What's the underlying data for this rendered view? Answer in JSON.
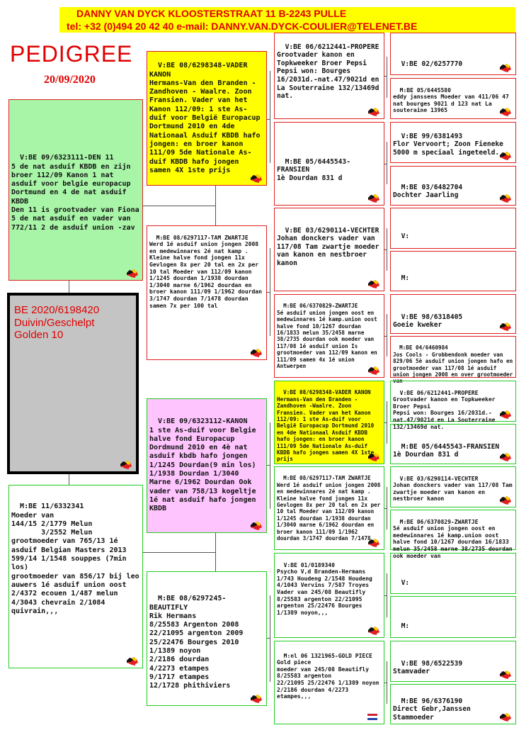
{
  "header": {
    "line1": "DANNY VAN DYCK          KLOOSTERSTRAAT 11            B-2243  PULLE",
    "line2": "tel: +32 (0)494 20 42 40      e-mail: DANNY.VAN.DYCK-COULIER@TELENET.BE"
  },
  "title": "PEDIGREE",
  "date": "20/09/2020",
  "subject": {
    "text": "BE 2020/6198420\nDuivin/Geschelpt\nGolden 10"
  },
  "sire": {
    "text": "V:BE 09/6323111-DEN 11\n5 de nat asduif KBDB en zijn broer 112/09 Kanon 1 nat asduif voor belgie europacup Dortmund en 4 de nat asduif KBDB\nDen 11 is grootvader van Fiona 5 de nat asduif en vader van 772/11 2 de asduif union -zav"
  },
  "dam": {
    "text": "M:BE 11/6332341\nMoeder van\n144/15 2/1779 Melun\n       3/2552 Melun\ngrootmoeder van 765/13 1é asduif Belgian Masters 2013 599/14 1/1548 souppes (7min los)\ngrootmoeder van 856/17 bij leo auwers 1é asduif union oost 2/4372 ecouen 1/487 melun 4/3043 chevrain 2/1084 quivrain,,,"
  },
  "gen2": {
    "ss": {
      "text": "V:BE 08/6298348-VADER KANON\nHermans-Van den Branden -Zandhoven - Waalre. Zoon Fransien. Vader van het Kanon 112/09: 1 ste As-duif voor België Europacup Dortmund 2010 en 4de Nationaal Asduif KBDB hafo jongen: en broer kanon 111/09 5de Nationale As-duif KBDB hafo jongen samen 4X 1ste prijs"
    },
    "sd": {
      "text": "M:BE 08/6297117-TAM ZWARTJE\nWerd 1é asduif union jongen 2008 en medewinnares 2é nat kamp . Kleine halve fond jongen 11x Gevlogen 8x per 20 tal en 2x per 10 tal Moeder van 112/09 kanon 1/1245 dourdan 1/1938 dourdan 1/3040 marne 6/1962 dourdan en broer kanon 111/09 1/1962 dourdan 3/1747 dourdan 7/1478 dourdan samen 7x per 100 tal"
    },
    "ds": {
      "text": "V:BE 09/6323112-KANON\n1 ste As-duif voor Belgie halve fond Europacup Dordmund 2010 en 4è nat asduif kbdb hafo jongen 1/1245 Dourdan(9 min los) 1/1938 Dourdan 1/3040 Marne 6/1962 Dourdan Ook vader van 758/13 kogeltje 1é nat asduif hafo jongen KBDB"
    },
    "dd": {
      "text": "M:BE 08/6297245-BEAUTIFLY\nRik Hermans\n8/25583 Argenton 2008\n22/21095 argenton 2009\n25/22476 Bourges 2010\n1/1389 noyon\n2/2186 dourdan\n4/2273 etampes\n9/1717 etampes\n12/1728 phithiviers"
    }
  },
  "gen3": {
    "sss": {
      "text": "V:BE 06/6212441-PROPERE\nGrootvader kanon en Topkweeker Broer Pepsi Pepsi won: Bourges 16/2031d.-nat.47/9021d en La Souterraine 132/13469d nat."
    },
    "ssd": {
      "text": "M:BE 05/6445543-FRANSIEN\n1è Dourdan 831 d"
    },
    "sds": {
      "text": "V:BE 03/6290114-VECHTER\nJohan donckers vader van 117/08 Tam zwartje moeder van kanon en nestbroer kanon"
    },
    "sdd": {
      "text": "M:BE 06/6370829-ZWARTJE\n5é asduif union jongen oost en medewinnares 1é kamp.union oost halve fond 10/1267 dourdan 16/1833 melun 35/2458 marne 38/2735 dourdan ook moeder van 117/08 1é asduif union Is grootmoeder van 112/09 kanon en 111/09 samen 4x 1é union Antwerpen"
    },
    "dss": {
      "text": "V:BE 08/6298348-VADER KANON\nHermans-Van den Branden -Zandhoven -Waalre. Zoon Fransien. Vader van het Kanon 112/09: 1 ste As-duif voor België Europacup Dortmund 2010 en 4de Nationaal Asduif KBDB hafo jongen: en broer kanon 111/09 5de Nationale As-duif KBDB hafo jongen samen 4X 1ste prijs"
    },
    "dsd": {
      "text": "M:BE 08/6297117-TAM ZWARTJE\nWerd 1é asduif union jongen 2008 en medewinnares 2é nat kamp . Kleine halve fond jongen 11x Gevlogen 8x per 20 tal en 2x per 10 tal Moeder van 112/09 kanon 1/1245 dourdan 1/1938 dourdan 1/3040 marne 6/1962 dourdan en broer kanon 111/09 1/1962 dourdan 3/1747 dourdan 7/1478"
    },
    "dds": {
      "text": "V:BE 01/0189340\nPsycho V,d Branden-Hermans 1/743 Houdeng 2/1548 Houdeng 4/1043 Vervins 7/587 Troyes Vader van 245/08 Beautifly 8/25583 argenton 22/21095 argenton 25/22476 Bourges 1/1389 noyon,,,"
    },
    "ddd": {
      "text": "M:nl 06 1321965-GOLD PIECE\nGold piece\nmoeder van 245/08 Beautifly\n8/25583 argenton\n22/21095 25/22476 1/1389 noyon 2/2186 dourdan 4/2273 etampes,,,"
    }
  },
  "gen4": {
    "ssss": {
      "text": "V:BE 02/6257770"
    },
    "sssd": {
      "text": "M:BE 05/6445580\neddy janssens Moeder van 411/06 47 nat bourges 9021 d 123 nat La souteraine 13965"
    },
    "ssds": {
      "text": "V:BE 99/6381493\nFlor Vervoort; Zoon Fieneke 5000 m speciaal ingeteeld."
    },
    "ssdd": {
      "text": "M:BE 03/6482704\nDochter Jaarling"
    },
    "sdss": {
      "text": "V:"
    },
    "sdsd": {
      "text": "M:"
    },
    "sdds": {
      "text": "V:BE 98/6318405\nGoeie kweker"
    },
    "sddd": {
      "text": "M:BE 04/6460984\nJos Cools - Grobbendonk moeder van 829/06 5è asduif union jongen hafo en grootmoeder van 117/08 1é asduif union jongen 2008 en over grootmoeder van"
    },
    "dsss": {
      "text": "V:BE 06/6212441-PROPERE\nGrootvader kanon en Topkweeker Broer Pepsi\nPepsi won: Bourges 16/2031d.-nat.47/9021d en La Souterraine 132/13469d nat."
    },
    "dssd": {
      "text": "M:BE 05/6445543-FRANSIEN\n1è Dourdan 831 d"
    },
    "dsds": {
      "text": "V:BE 03/6290114-VECHTER\nJohan donckers vader van 117/08 Tam zwartje moeder van kanon en nestbroer kanon"
    },
    "dsdd": {
      "text": "M:BE 06/6370829-ZWARTJE\n5é asduif union jongen oost en medewinnares 1é kamp.union oost halve fond 10/1267 dourdan 16/1833 melun 35/2458 marne 38/2735 dourdan ook moeder van"
    },
    "ddss": {
      "text": "V:"
    },
    "ddsd": {
      "text": "M:"
    },
    "ddds": {
      "text": "V:BE 98/6522539\nStamvader"
    },
    "dddd": {
      "text": "M:BE 96/6376190\nDirect Gebr,Janssen Stammoeder"
    }
  },
  "colors": {
    "red": "#e02020",
    "green": "#22cc22",
    "yellow": "#ffff00",
    "lightgreen": "#a8f5a8",
    "pink": "#fec4fe"
  }
}
